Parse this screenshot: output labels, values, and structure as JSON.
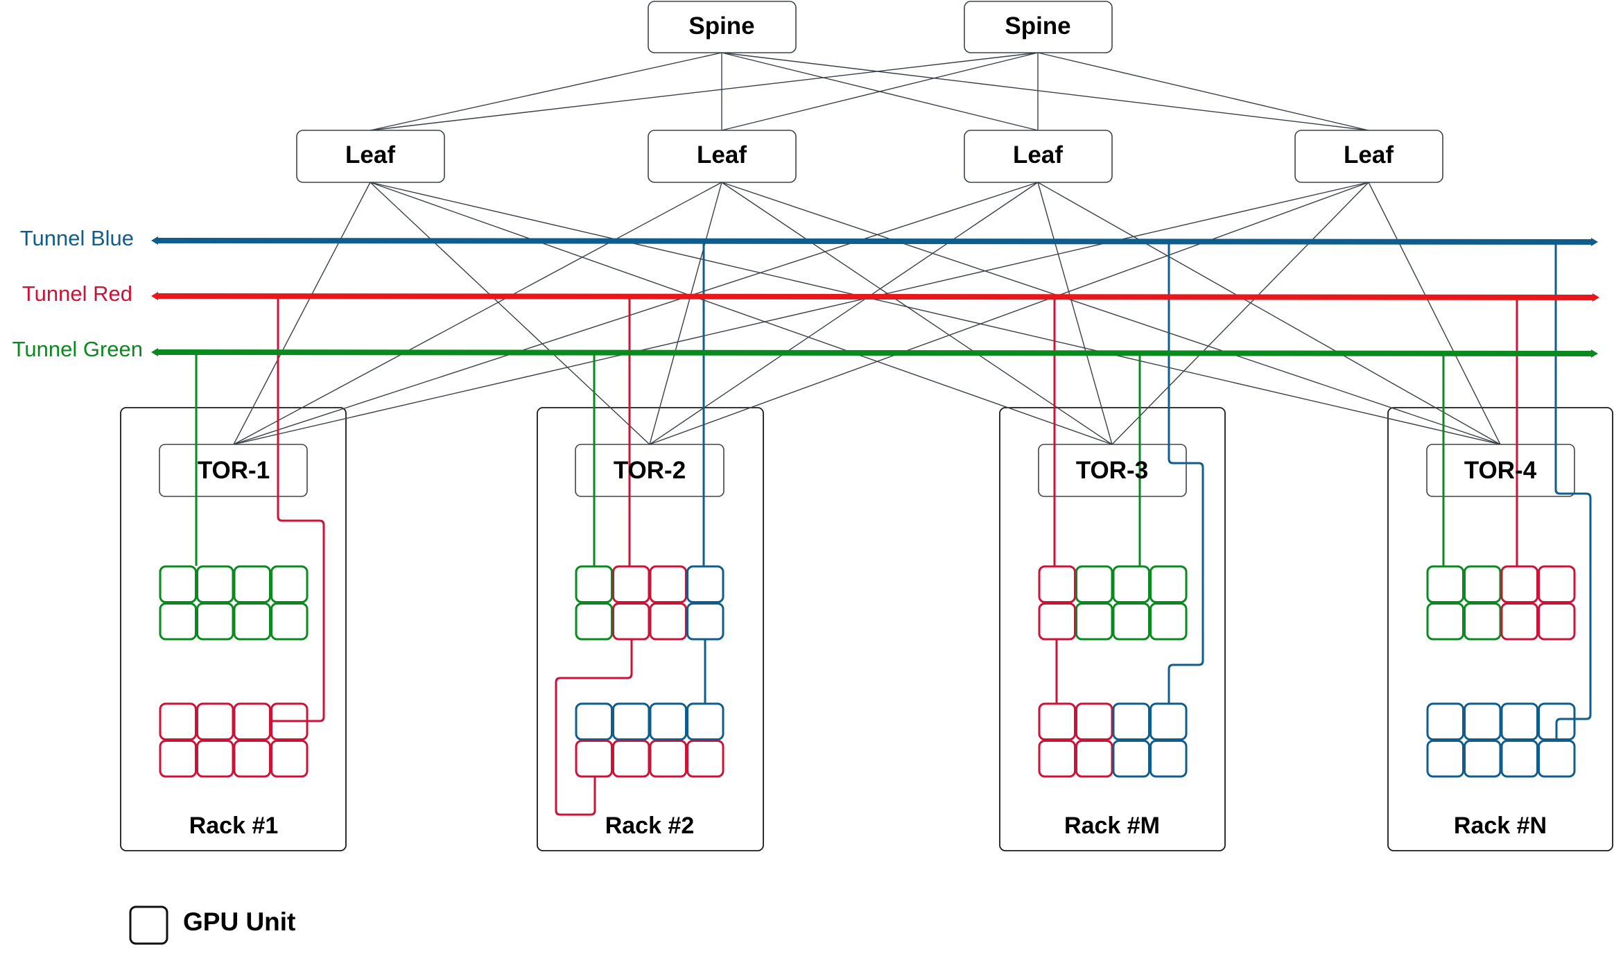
{
  "title": "GPU cluster network tunnels over spine-leaf fabric",
  "colors": {
    "blue": "#0e5d8c",
    "red_line": "#e8171b",
    "red": "#cc1237",
    "green": "#0a8a1e",
    "link": "#3a3f47"
  },
  "spines": [
    {
      "id": "spine-1",
      "label": "Spine"
    },
    {
      "id": "spine-2",
      "label": "Spine"
    }
  ],
  "leaves": [
    {
      "id": "leaf-1",
      "label": "Leaf"
    },
    {
      "id": "leaf-2",
      "label": "Leaf"
    },
    {
      "id": "leaf-3",
      "label": "Leaf"
    },
    {
      "id": "leaf-4",
      "label": "Leaf"
    }
  ],
  "tunnels": [
    {
      "id": "blue",
      "label": "Tunnel Blue",
      "label_color": "#0e5d8c",
      "line_color": "#0e5d8c"
    },
    {
      "id": "red",
      "label": "Tunnel Red",
      "label_color": "#cc1237",
      "line_color": "#e8171b"
    },
    {
      "id": "green",
      "label": "Tunnel Green",
      "label_color": "#0a8a1e",
      "line_color": "#0a8a1e"
    }
  ],
  "racks": [
    {
      "label": "Rack #1",
      "tor": "TOR-1",
      "gpu_groups": [
        [
          "green",
          "green",
          "green",
          "green",
          "green",
          "green",
          "green",
          "green"
        ],
        [
          "red",
          "red",
          "red",
          "red",
          "red",
          "red",
          "red",
          "red"
        ]
      ],
      "tunnel_drops": [
        "green",
        "red"
      ]
    },
    {
      "label": "Rack #2",
      "tor": "TOR-2",
      "gpu_groups": [
        [
          "green",
          "red",
          "red",
          "blue",
          "green",
          "red",
          "red",
          "blue"
        ],
        [
          "blue",
          "blue",
          "blue",
          "blue",
          "red",
          "red",
          "red",
          "red"
        ]
      ],
      "tunnel_drops": [
        "green",
        "red",
        "blue"
      ]
    },
    {
      "label": "Rack #M",
      "tor": "TOR-3",
      "gpu_groups": [
        [
          "red",
          "green",
          "green",
          "green",
          "red",
          "green",
          "green",
          "green"
        ],
        [
          "red",
          "red",
          "blue",
          "blue",
          "red",
          "red",
          "blue",
          "blue"
        ]
      ],
      "tunnel_drops": [
        "red",
        "green",
        "blue"
      ]
    },
    {
      "label": "Rack #N",
      "tor": "TOR-4",
      "gpu_groups": [
        [
          "green",
          "green",
          "red",
          "red",
          "green",
          "green",
          "red",
          "red"
        ],
        [
          "blue",
          "blue",
          "blue",
          "blue",
          "blue",
          "blue",
          "blue",
          "blue"
        ]
      ],
      "tunnel_drops": [
        "green",
        "red",
        "blue"
      ]
    }
  ],
  "legend": {
    "label": "GPU Unit",
    "icon": "gpu-unit-square-icon"
  }
}
